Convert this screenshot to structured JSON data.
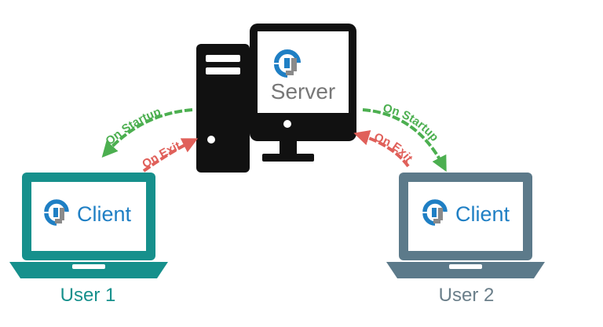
{
  "server": {
    "label": "Server",
    "logo": "server-logo-icon"
  },
  "clients": [
    {
      "label": "Client",
      "user": "User 1",
      "color": "#16908c"
    },
    {
      "label": "Client",
      "user": "User 2",
      "color": "#5c7a8a"
    }
  ],
  "arrows": {
    "startup_label": "On Startup",
    "exit_label": "On Exit",
    "startup_color": "#4caf50",
    "exit_color": "#e0605a"
  },
  "colors": {
    "logo_blue": "#1f7fc4",
    "logo_gray": "#8a8a8a",
    "user1_text": "#16908c",
    "user2_text": "#6b7f8a"
  }
}
